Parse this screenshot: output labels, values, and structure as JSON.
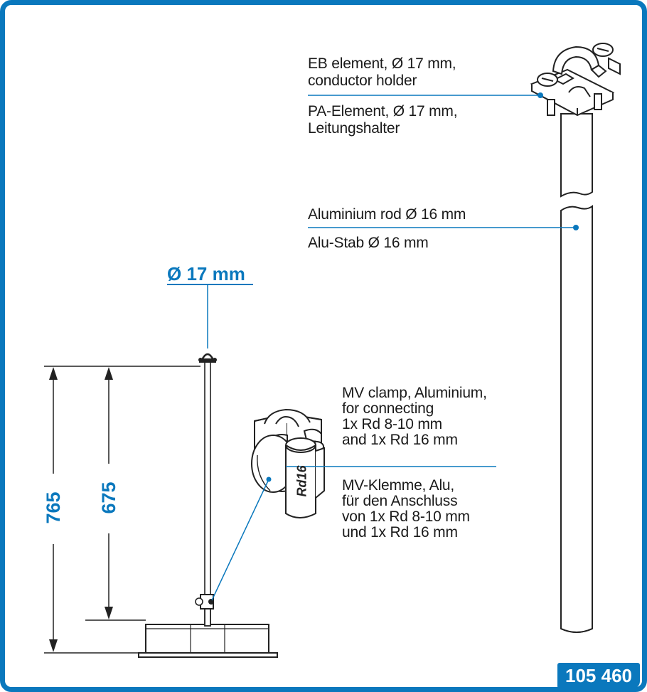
{
  "labels": {
    "eb_element_en": [
      "EB element, Ø 17 mm,",
      "conductor holder"
    ],
    "eb_element_de": [
      "PA-Element, Ø 17 mm,",
      "Leitungshalter"
    ],
    "rod_en": "Aluminium rod Ø 16 mm",
    "rod_de": "Alu-Stab Ø 16 mm",
    "clamp_en": [
      "MV clamp, Aluminium,",
      "for connecting",
      "1x Rd 8-10 mm",
      "and 1x Rd 16 mm"
    ],
    "clamp_de": [
      "MV-Klemme, Alu,",
      "für den Anschluss",
      "von 1x Rd 8-10 mm",
      "und 1x Rd 16 mm"
    ],
    "clamp_marking": "Rd16"
  },
  "dimensions": {
    "diameter": "Ø 17 mm",
    "total_height": "765",
    "rod_height": "675"
  },
  "article_number": "105 460",
  "colors": {
    "accent": "#0a78bd",
    "text": "#1a1a1a"
  }
}
